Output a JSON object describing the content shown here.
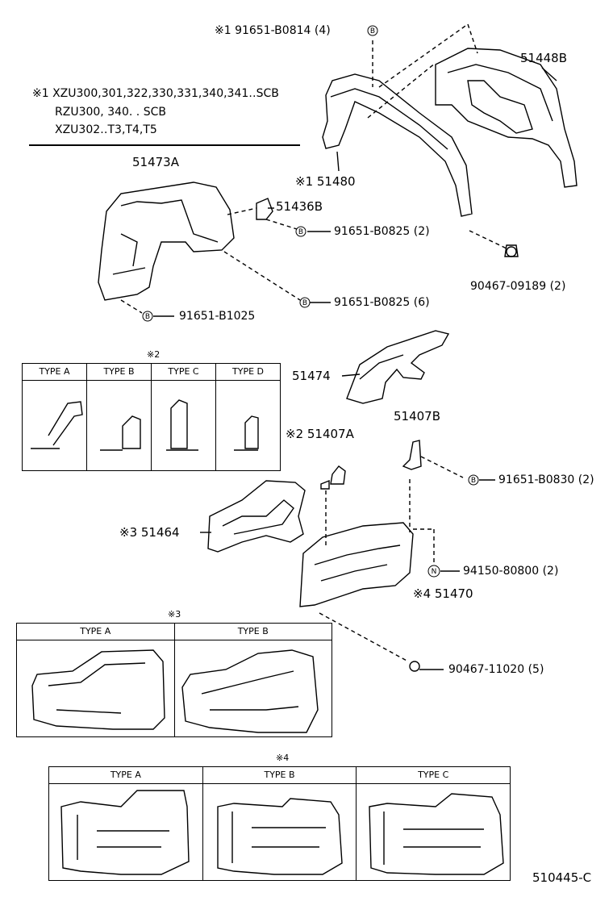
{
  "notes": {
    "line1": "※1 XZU300,301,322,330,331,340,341‥SCB",
    "line2": "RZU300, 340. . SCB",
    "line3": "XZU302‥T3,T4,T5"
  },
  "parts": {
    "p91651_B0814": "※1 91651-B0814 (4)",
    "p51448B": "51448B",
    "p51480": "※1 51480",
    "p51473A": "51473A",
    "p51436B": "51436B",
    "p91651_B0825_2": "91651-B0825 (2)",
    "p91651_B0825_6": "91651-B0825 (6)",
    "p90467_09189": "90467-09189 (2)",
    "p91651_B1025": "91651-B1025",
    "p51474": "51474",
    "p51407A": "※2 51407A",
    "p51407B": "51407B",
    "p91651_B0830": "91651-B0830 (2)",
    "p51464": "※3 51464",
    "p94150_80800": "94150-80800 (2)",
    "p51470": "※4 51470",
    "p90467_11020": "90467-11020 (5)"
  },
  "badges": {
    "b": "B",
    "n": "N"
  },
  "type_tables": {
    "t2": {
      "mark": "※2",
      "headers": [
        "TYPE A",
        "TYPE B",
        "TYPE C",
        "TYPE D"
      ]
    },
    "t3": {
      "mark": "※3",
      "headers": [
        "TYPE A",
        "TYPE B"
      ]
    },
    "t4": {
      "mark": "※4",
      "headers": [
        "TYPE A",
        "TYPE B",
        "TYPE C"
      ]
    }
  },
  "diagram_code": "510445-C"
}
